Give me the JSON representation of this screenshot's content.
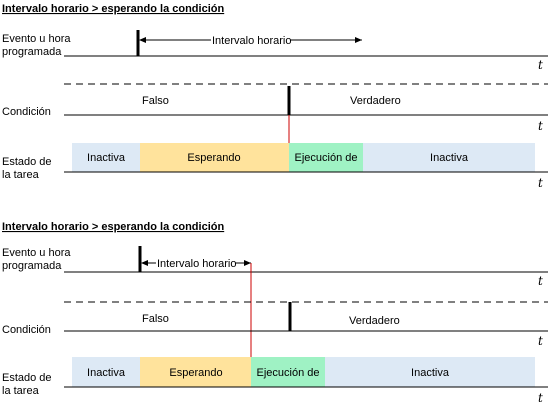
{
  "colors": {
    "inactive": "#dde9f5",
    "waiting": "#ffe39c",
    "running": "#9ff2c4",
    "condition_marker": "#cc0000"
  },
  "top": {
    "title": "Intervalo horario > esperando la condición",
    "row_event_label_1": "Evento u hora",
    "row_event_label_2": "programada",
    "interval_label": "Intervalo horario",
    "axis_symbol_1": "t",
    "condition_label": "Condición",
    "false_label": "Falso",
    "true_label": "Verdadero",
    "axis_symbol_2": "t",
    "task_label_1": "Estado de",
    "task_label_2": "la tarea",
    "state_1": "Inactiva",
    "state_2": "Esperando",
    "state_3": "Ejecución de",
    "state_4": "Inactiva",
    "axis_symbol_3": "t"
  },
  "bottom": {
    "title": "Intervalo horario > esperando la condición",
    "row_event_label_1": "Evento u hora",
    "row_event_label_2": "programada",
    "interval_label": "Intervalo horario",
    "axis_symbol_1": "t",
    "condition_label": "Condición",
    "false_label": "Falso",
    "true_label": "Verdadero",
    "axis_symbol_2": "t",
    "task_label_1": "Estado de",
    "task_label_2": "la tarea",
    "state_1": "Inactiva",
    "state_2": "Esperando",
    "state_3": "Ejecución de",
    "state_4": "Inactiva",
    "axis_symbol_3": "t"
  }
}
